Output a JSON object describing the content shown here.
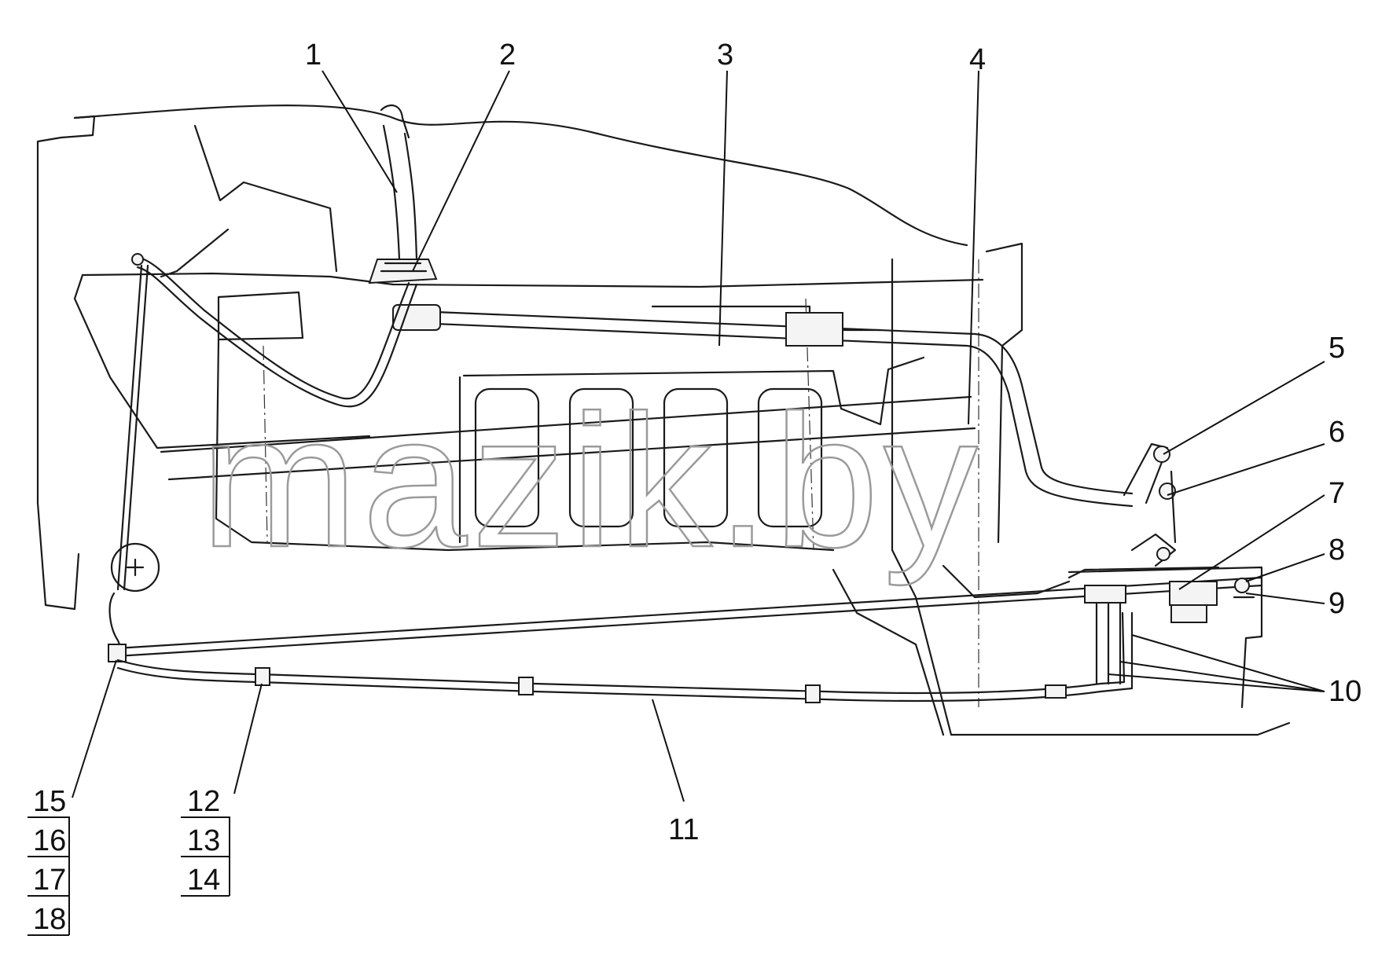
{
  "watermark": "mazik.by",
  "callouts": [
    {
      "id": "c1",
      "text": "1"
    },
    {
      "id": "c2",
      "text": "2"
    },
    {
      "id": "c3",
      "text": "3"
    },
    {
      "id": "c4",
      "text": "4"
    },
    {
      "id": "c5",
      "text": "5"
    },
    {
      "id": "c6",
      "text": "6"
    },
    {
      "id": "c7",
      "text": "7"
    },
    {
      "id": "c8",
      "text": "8"
    },
    {
      "id": "c9",
      "text": "9"
    },
    {
      "id": "c10",
      "text": "10"
    },
    {
      "id": "c11",
      "text": "11"
    },
    {
      "id": "c12",
      "text": "12"
    },
    {
      "id": "c13",
      "text": "13"
    },
    {
      "id": "c14",
      "text": "14"
    },
    {
      "id": "c15",
      "text": "15"
    },
    {
      "id": "c16",
      "text": "16"
    },
    {
      "id": "c17",
      "text": "17"
    },
    {
      "id": "c18",
      "text": "18"
    }
  ]
}
